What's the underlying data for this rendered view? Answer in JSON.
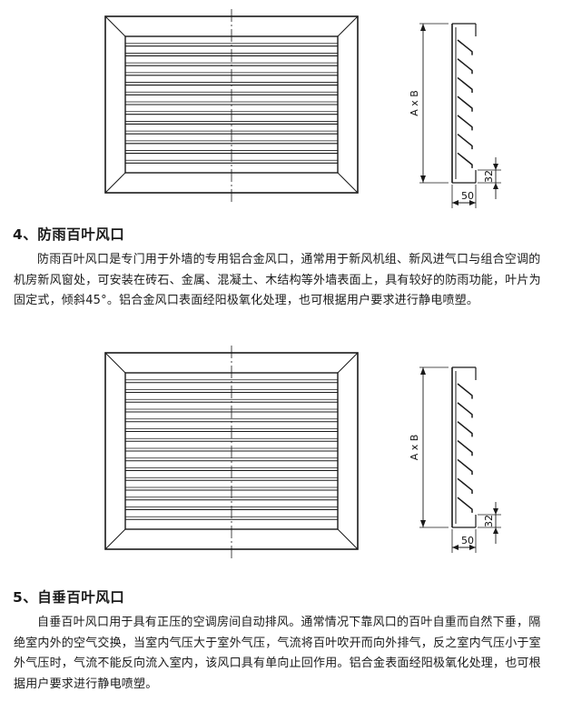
{
  "figure1": {
    "dim_height_label": "A x B",
    "dim_depth_label": "50",
    "dim_flange_label": "32"
  },
  "section4": {
    "heading": "4、防雨百叶风口",
    "body": "防雨百叶风口是专门用于外墙的专用铝合金风口，通常用于新风机组、新风进气口与组合空调的机房新风窗处，可安装在砖石、金属、混凝土、木结构等外墙表面上，具有较好的防雨功能，叶片为固定式，倾斜45°。铝合金风口表面经阳极氧化处理，也可根据用户要求进行静电喷塑。"
  },
  "figure2": {
    "dim_height_label": "A x B",
    "dim_depth_label": "50",
    "dim_flange_label": "32"
  },
  "section5": {
    "heading": "5、自垂百叶风口",
    "body": "自垂百叶风口用于具有正压的空调房间自动排风。通常情况下靠风口的百叶自重而自然下垂，隔绝室内外的空气交换，当室内气压大于室外气压，气流将百叶吹开而向外排气，反之室内气压小于室外气压时，气流不能反向流入室内，该风口具有单向止回作用。铝合金表面经阳极氧化处理，也可根据用户要求进行静电喷塑。"
  }
}
